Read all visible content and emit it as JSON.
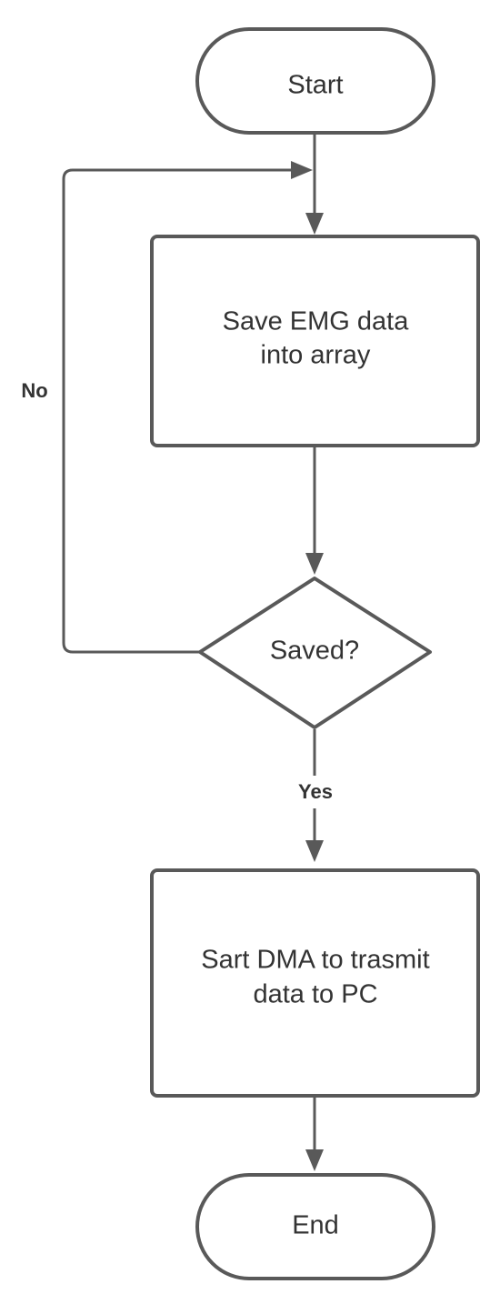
{
  "diagram": {
    "nodes": {
      "start": {
        "type": "terminal",
        "lines": [
          "Start"
        ]
      },
      "save": {
        "type": "process",
        "lines": [
          "Save EMG data",
          "into array"
        ]
      },
      "decision": {
        "type": "decision",
        "lines": [
          "Saved?"
        ]
      },
      "dma": {
        "type": "process",
        "lines": [
          "Sart DMA to trasmit",
          "data to PC"
        ]
      },
      "end": {
        "type": "terminal",
        "lines": [
          "End"
        ]
      }
    },
    "edges": [
      {
        "from": "start",
        "to": "save",
        "label": ""
      },
      {
        "from": "save",
        "to": "decision",
        "label": ""
      },
      {
        "from": "decision",
        "to": "dma",
        "label": "Yes"
      },
      {
        "from": "decision",
        "to": "save",
        "label": "No"
      },
      {
        "from": "dma",
        "to": "end",
        "label": ""
      }
    ],
    "edge_labels": {
      "no": "No",
      "yes": "Yes"
    }
  },
  "colors": {
    "stroke": "#595959",
    "text": "#333333",
    "fill": "#ffffff"
  }
}
